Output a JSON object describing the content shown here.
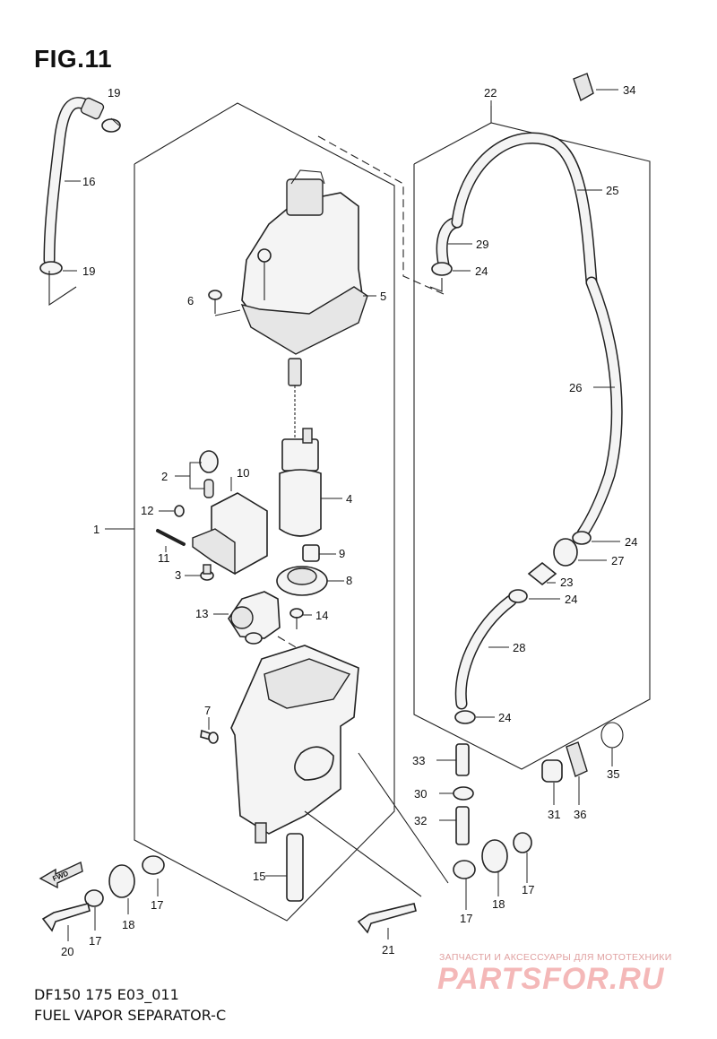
{
  "header": {
    "figure": "FIG.11"
  },
  "footer": {
    "model_code": "DF150 175 E03_011",
    "caption": "FUEL VAPOR SEPARATOR-C"
  },
  "watermark": {
    "tagline": "ЗАПЧАСТИ И АКСЕССУАРЫ ДЛЯ МОТОТЕХНИКИ",
    "logo": "PARTSFOR.RU"
  },
  "labels": {
    "p1": "1",
    "p2": "2",
    "p3": "3",
    "p4": "4",
    "p5": "5",
    "p6": "6",
    "p7": "7",
    "p8": "8",
    "p9": "9",
    "p10": "10",
    "p11": "11",
    "p12": "12",
    "p13": "13",
    "p14": "14",
    "p15": "15",
    "p16": "16",
    "p17a": "17",
    "p17b": "17",
    "p17c": "17",
    "p17d": "17",
    "p18a": "18",
    "p18b": "18",
    "p19a": "19",
    "p19b": "19",
    "p20": "20",
    "p21": "21",
    "p22": "22",
    "p23": "23",
    "p24a": "24",
    "p24b": "24",
    "p24c": "24",
    "p24d": "24",
    "p25": "25",
    "p26": "26",
    "p27": "27",
    "p28": "28",
    "p29": "29",
    "p30": "30",
    "p31": "31",
    "p32": "32",
    "p33": "33",
    "p34": "34",
    "p35": "35",
    "p36": "36"
  },
  "fwd_arrow": {
    "text": "FWD"
  }
}
